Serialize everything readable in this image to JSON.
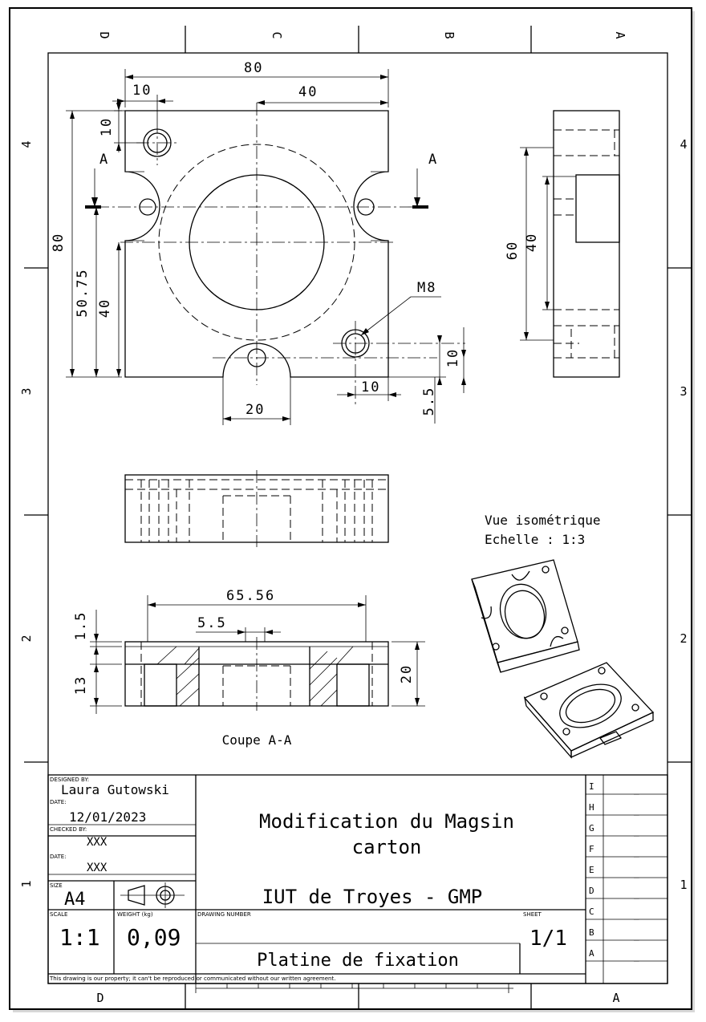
{
  "zones": {
    "columns": [
      "D",
      "C",
      "B",
      "A"
    ],
    "rows": [
      "4",
      "3",
      "2",
      "1"
    ]
  },
  "dimensions": {
    "overall_width": "80",
    "hole_offset_x": "10",
    "center_offset": "40",
    "hole_offset_y": "10",
    "overall_height": "80",
    "section_height": "50.75",
    "center_height": "40",
    "thread_spec": "M8",
    "hole_corner_x": "10",
    "hole_corner_y": "10",
    "edge_offset": "5.5",
    "slot_width": "20",
    "side_height_outer": "60",
    "side_height_inner": "40",
    "section_span": "65.56",
    "section_step": "5.5",
    "section_top": "1.5",
    "section_body": "13",
    "section_total": "20"
  },
  "section_markers": {
    "left": "A",
    "right": "A"
  },
  "labels": {
    "section_title": "Coupe A-A",
    "iso_view": "Vue isométrique",
    "iso_scale": "Echelle :  1:3"
  },
  "title_block": {
    "designed_by_label": "DESIGNED BY:",
    "designed_by": "Laura Gutowski",
    "date_label": "DATE:",
    "date": "12/01/2023",
    "checked_by_label": "CHECKED BY:",
    "checked_by": "XXX",
    "date2_label": "DATE:",
    "date2": "XXX",
    "size_label": "SIZE",
    "size": "A4",
    "scale_label": "SCALE",
    "scale": "1:1",
    "weight_label": "WEIGHT (kg)",
    "weight": "0,09",
    "drawing_number_label": "DRAWING NUMBER",
    "sheet_label": "SHEET",
    "sheet": "1/1",
    "title_line1": "Modification du Magsin",
    "title_line2": "carton",
    "organization": "IUT de Troyes - GMP",
    "part_name": "Platine de fixation",
    "disclaimer": "This drawing is our property; it can't be reproduced or communicated without our written agreement.",
    "revisions": [
      {
        "letter": "I",
        "value": "_"
      },
      {
        "letter": "H",
        "value": "_"
      },
      {
        "letter": "G",
        "value": "_"
      },
      {
        "letter": "F",
        "value": "_"
      },
      {
        "letter": "E",
        "value": "_"
      },
      {
        "letter": "D",
        "value": "_"
      },
      {
        "letter": "C",
        "value": "_"
      },
      {
        "letter": "B",
        "value": "_"
      },
      {
        "letter": "A",
        "value": "_"
      }
    ]
  }
}
